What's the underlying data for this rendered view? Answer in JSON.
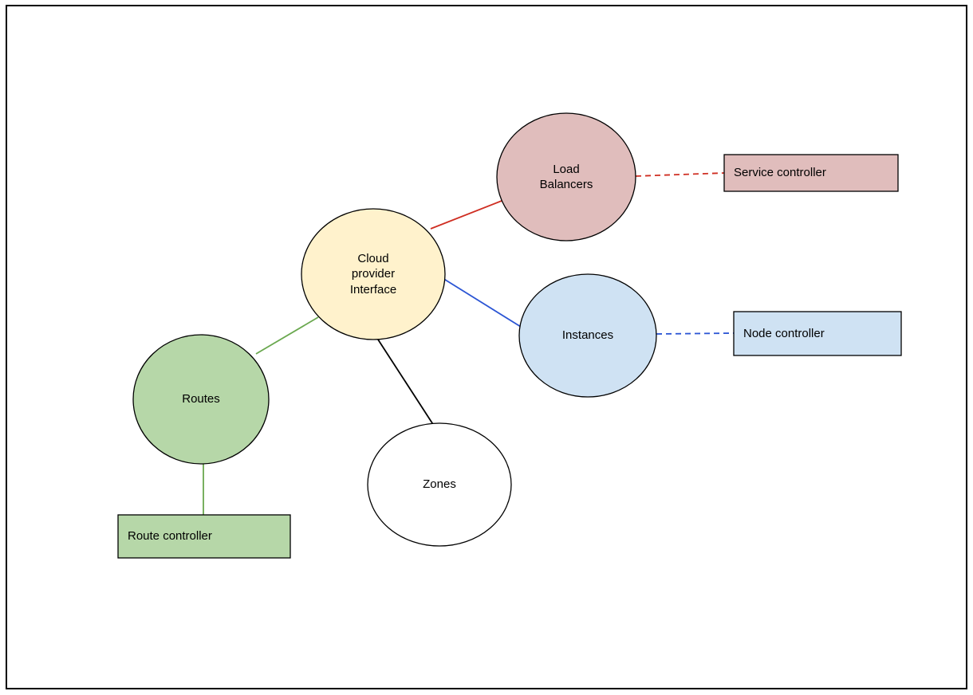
{
  "page": {
    "background": "#ffffff",
    "border_color": "#000000"
  },
  "diagram": {
    "nodes": {
      "cloud": {
        "label": "Cloud provider Interface",
        "shape": "ellipse",
        "fill": "#fff2cc",
        "stroke": "#000000"
      },
      "load_balancers": {
        "label": "Load Balancers",
        "shape": "ellipse",
        "fill": "#e0bdbc",
        "stroke": "#000000"
      },
      "instances": {
        "label": "Instances",
        "shape": "ellipse",
        "fill": "#cfe2f3",
        "stroke": "#000000"
      },
      "routes": {
        "label": "Routes",
        "shape": "ellipse",
        "fill": "#b6d7a8",
        "stroke": "#000000"
      },
      "zones": {
        "label": "Zones",
        "shape": "ellipse",
        "fill": "#ffffff",
        "stroke": "#000000"
      },
      "service_controller": {
        "label": "Service controller",
        "shape": "rect",
        "fill": "#e0bdbc",
        "stroke": "#000000"
      },
      "node_controller": {
        "label": "Node controller",
        "shape": "rect",
        "fill": "#cfe2f3",
        "stroke": "#000000"
      },
      "route_controller": {
        "label": "Route controller",
        "shape": "rect",
        "fill": "#b6d7a8",
        "stroke": "#000000"
      }
    },
    "edges": {
      "cloud_to_load_balancers": {
        "from": "cloud",
        "to": "load_balancers",
        "color": "#cf2e22",
        "style": "solid"
      },
      "load_balancers_to_service_controller": {
        "from": "load_balancers",
        "to": "service_controller",
        "color": "#cf2e22",
        "style": "dashed"
      },
      "cloud_to_instances": {
        "from": "cloud",
        "to": "instances",
        "color": "#2b55d4",
        "style": "solid"
      },
      "instances_to_node_controller": {
        "from": "instances",
        "to": "node_controller",
        "color": "#2b55d4",
        "style": "dashed"
      },
      "cloud_to_routes": {
        "from": "cloud",
        "to": "routes",
        "color": "#6aa84f",
        "style": "solid"
      },
      "routes_to_route_controller": {
        "from": "routes",
        "to": "route_controller",
        "color": "#6aa84f",
        "style": "solid"
      },
      "cloud_to_zones": {
        "from": "cloud",
        "to": "zones",
        "color": "#000000",
        "style": "solid"
      }
    }
  }
}
